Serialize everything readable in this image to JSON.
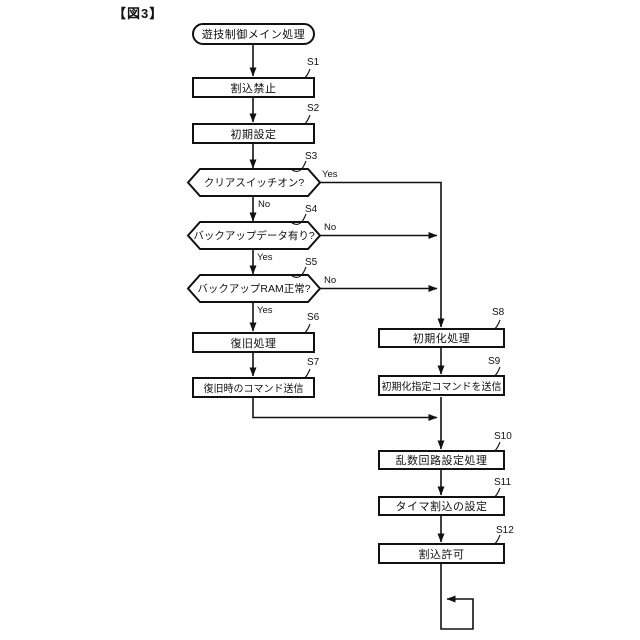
{
  "figure": {
    "title": "【図3】"
  },
  "flowchart": {
    "start": {
      "label": "遊技制御メイン処理"
    },
    "steps": [
      {
        "id": "S1",
        "label": "割込禁止",
        "type": "process"
      },
      {
        "id": "S2",
        "label": "初期設定",
        "type": "process"
      },
      {
        "id": "S3",
        "label": "クリアスイッチオン?",
        "type": "decision"
      },
      {
        "id": "S4",
        "label": "バックアップデータ有り?",
        "type": "decision"
      },
      {
        "id": "S5",
        "label": "バックアップRAM正常?",
        "type": "decision"
      },
      {
        "id": "S6",
        "label": "復旧処理",
        "type": "process"
      },
      {
        "id": "S7",
        "label": "復旧時のコマンド送信",
        "type": "process"
      },
      {
        "id": "S8",
        "label": "初期化処理",
        "type": "process"
      },
      {
        "id": "S9",
        "label": "初期化指定コマンドを送信",
        "type": "process"
      },
      {
        "id": "S10",
        "label": "乱数回路設定処理",
        "type": "process"
      },
      {
        "id": "S11",
        "label": "タイマ割込の設定",
        "type": "process"
      },
      {
        "id": "S12",
        "label": "割込許可",
        "type": "process"
      }
    ],
    "branch_labels": {
      "s3_yes": "Yes",
      "s3_no": "No",
      "s4_yes": "Yes",
      "s4_no": "No",
      "s5_yes": "Yes",
      "s5_no": "No"
    },
    "line_color": "#111111",
    "background_color": "#ffffff"
  }
}
